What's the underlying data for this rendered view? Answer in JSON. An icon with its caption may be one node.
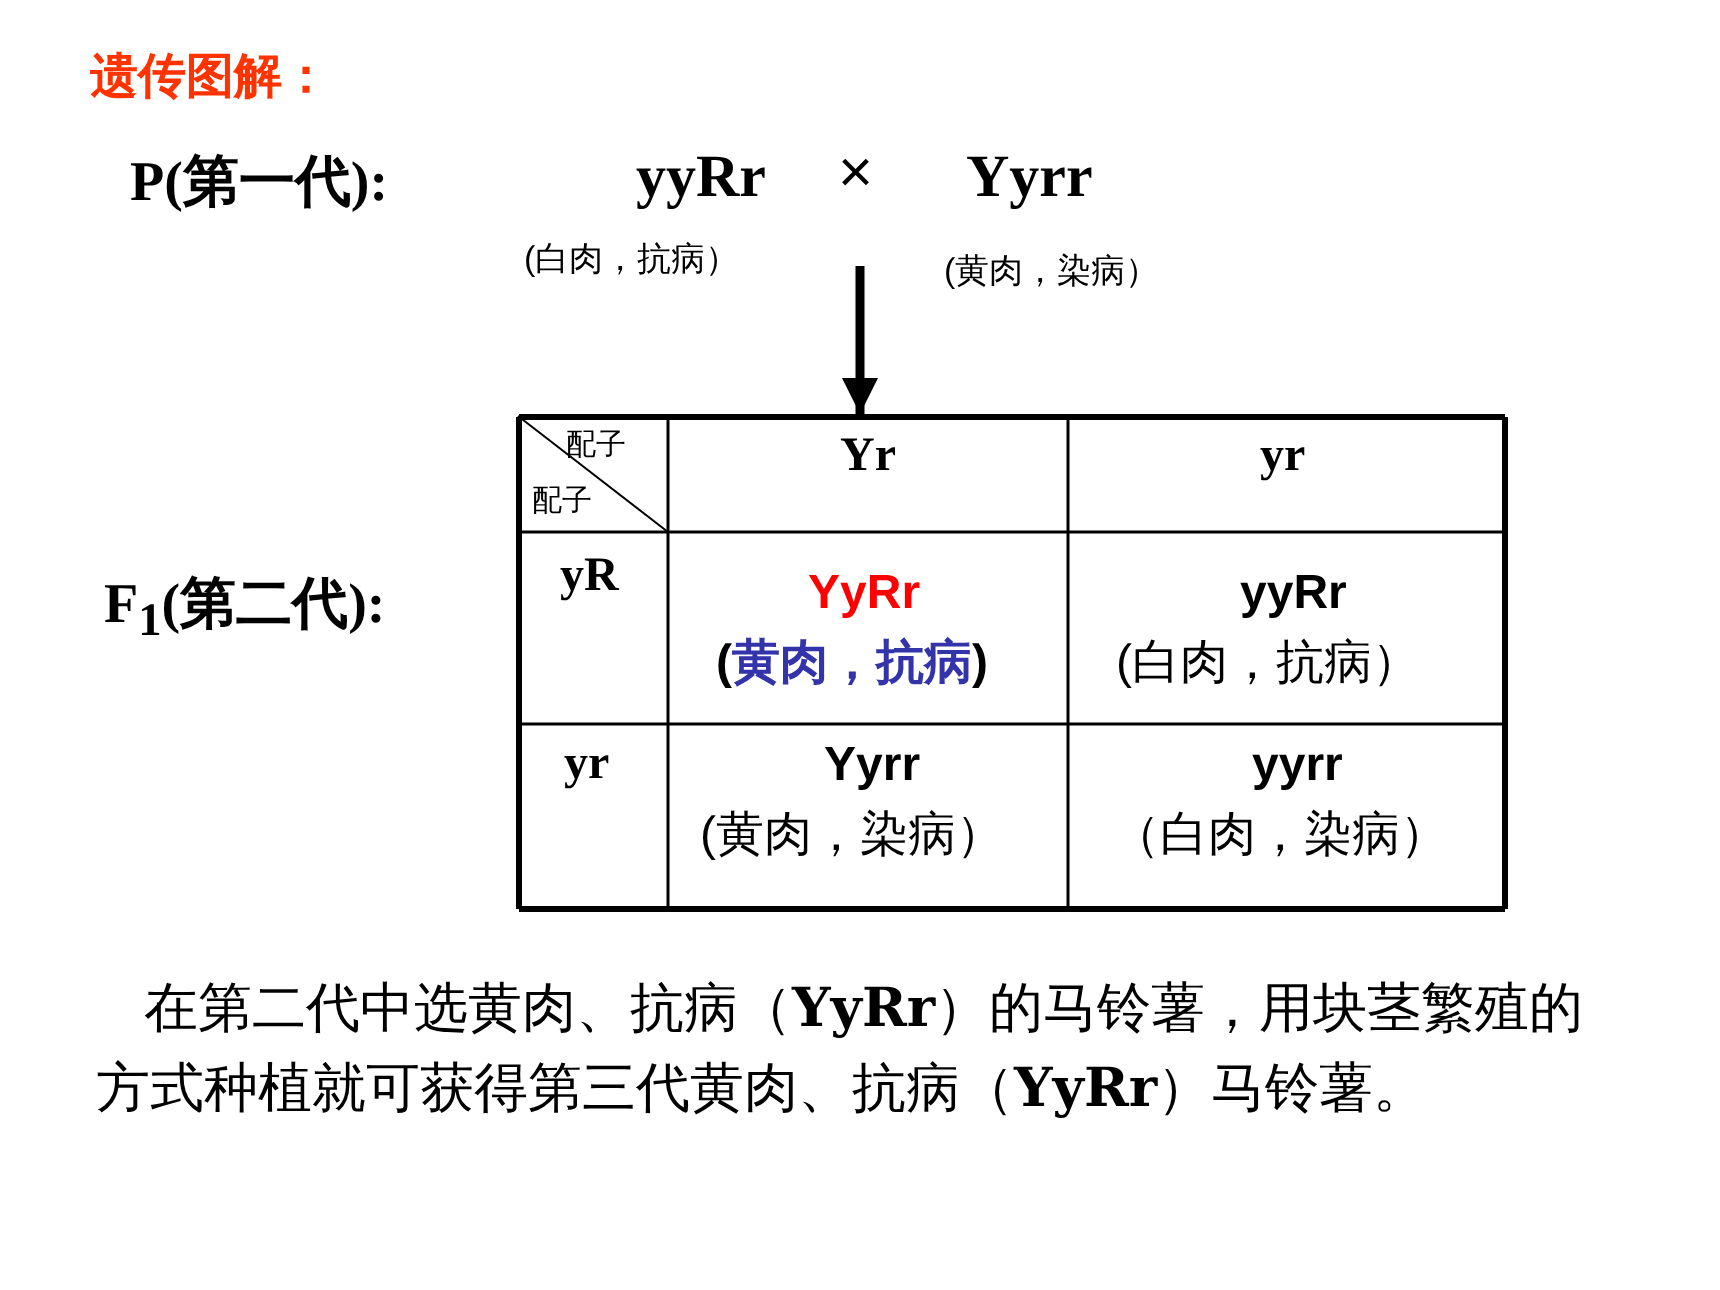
{
  "diagram": {
    "title": "遗传图解：",
    "nodes": [
      {
        "text": [
          "yyRr"
        ],
        "beside": [
          "(白肉，抗病）"
        ]
      },
      {
        "text": [
          "Yyrr"
        ],
        "beside": [
          "(黄肉，染病）"
        ]
      },
      {
        "text": [],
        "shape": "box"
      }
    ],
    "edges": [
      {
        "from": null,
        "to": 2,
        "arrow": "to"
      }
    ],
    "labels": [
      "P(第一代):",
      "×",
      "配子",
      "配子",
      "Yr",
      "yr",
      "F$_{1}$(第二代):",
      "yR",
      "YyRr",
      "(黄肉，抗病)",
      "yyRr",
      "(白肉，抗病）",
      "yr",
      "Yyrr",
      "(黄肉，染病）",
      "yyrr",
      "（白肉，染病）",
      "在第二代中选黄肉、抗病（**YyRr**）的马铃薯，用块茎繁殖的方式种植就可获得第三代黄肉、抗病（**YyRr**）马铃薯。"
    ]
  }
}
